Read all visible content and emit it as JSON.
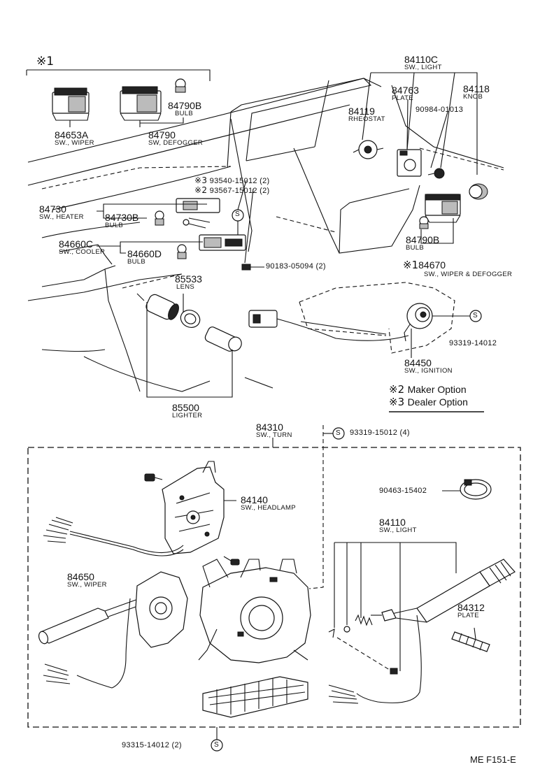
{
  "header_mark": "※1",
  "parts": {
    "p84653A": {
      "num": "84653A",
      "name": "SW., WIPER"
    },
    "p84790": {
      "num": "84790",
      "name": "SW, DEFOGGER"
    },
    "p84790B_top": {
      "num": "84790B",
      "name": "BULB"
    },
    "p84110C": {
      "num": "84110C",
      "name": "SW., LIGHT"
    },
    "p84763": {
      "num": "84763",
      "name": "PLATE"
    },
    "p84118": {
      "num": "84118",
      "name": "KNOB"
    },
    "p84119": {
      "num": "84119",
      "name": "RHEOSTAT"
    },
    "p90984": {
      "num": "90984-01013"
    },
    "p93540": {
      "mark": "※3",
      "num": "93540-15012 (2)"
    },
    "p93567": {
      "mark": "※2",
      "num": "93567-15012 (2)"
    },
    "p84730": {
      "num": "84730",
      "name": "SW., HEATER"
    },
    "p84730B": {
      "num": "84730B",
      "name": "BULB"
    },
    "p84660C": {
      "num": "84660C",
      "name": "SW., COOLER"
    },
    "p84660D": {
      "num": "84660D",
      "name": "BULB"
    },
    "p90183": {
      "num": "90183-05094 (2)"
    },
    "p84790B_right": {
      "num": "84790B",
      "name": "BULB"
    },
    "p84670": {
      "mark": "※1",
      "num": "84670",
      "name": "SW., WIPER & DEFOGGER"
    },
    "p85533": {
      "num": "85533",
      "name": "LENS"
    },
    "p93319_14012": {
      "num": "93319-14012"
    },
    "p84450": {
      "num": "84450",
      "name": "SW., IGNITION"
    },
    "p85500": {
      "num": "85500",
      "name": "LIGHTER"
    },
    "p84310": {
      "num": "84310",
      "name": "SW., TURN"
    },
    "p93319_15012": {
      "num": "93319-15012 (4)"
    },
    "p90463": {
      "num": "90463-15402"
    },
    "p84140": {
      "num": "84140",
      "name": "SW., HEADLAMP"
    },
    "p84110": {
      "num": "84110",
      "name": "SW., LIGHT"
    },
    "p84650": {
      "num": "84650",
      "name": "SW., WIPER"
    },
    "p84312": {
      "num": "84312",
      "name": "PLATE"
    },
    "p93315": {
      "num": "93315-14012 (2)"
    }
  },
  "legend": {
    "maker": {
      "mark": "※2",
      "text": "Maker Option"
    },
    "dealer": {
      "mark": "※3",
      "text": "Dealer Option"
    }
  },
  "stud_symbol": "S",
  "footer_code": "ME  F151-E"
}
